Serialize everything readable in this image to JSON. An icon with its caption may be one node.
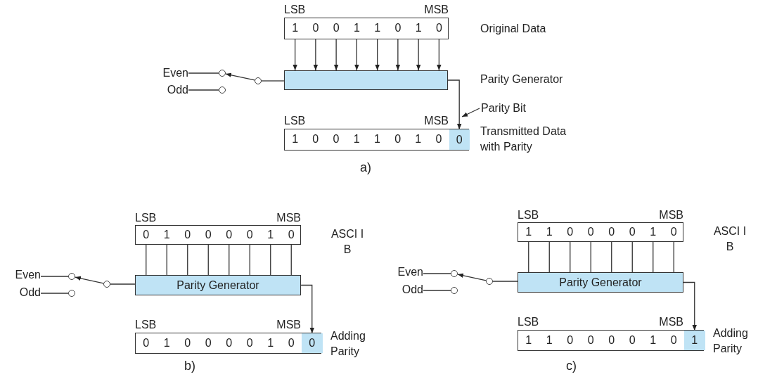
{
  "diagram": {
    "nodes": [
      {
        "text": [],
        "shape": "box",
        "beside": [
          "LSB",
          "MSB",
          "Original Data"
        ]
      },
      {
        "text": [
          "1"
        ],
        "in": 0
      },
      {
        "text": [
          "0"
        ],
        "in": 0
      },
      {
        "text": [
          "0"
        ],
        "in": 0
      },
      {
        "text": [
          "1"
        ],
        "in": 0
      },
      {
        "text": [
          "1"
        ],
        "in": 0
      },
      {
        "text": [
          "0"
        ],
        "in": 0
      },
      {
        "text": [
          "1"
        ],
        "in": 0
      },
      {
        "text": [
          "0"
        ],
        "in": 0
      },
      {
        "text": [
          "Even"
        ]
      },
      {
        "text": [
          "Odd"
        ]
      },
      {
        "text": [],
        "shape": "circle"
      },
      {
        "text": [],
        "shape": "circle"
      },
      {
        "text": [],
        "shape": "circle"
      },
      {
        "text": [],
        "shape": "box"
      },
      {
        "text": [
          "Parity Bit"
        ]
      },
      {
        "text": [],
        "shape": "box",
        "beside": [
          "LSB",
          "MSB",
          "Transmitted Data with Parity"
        ]
      },
      {
        "text": [
          "1"
        ],
        "in": 16
      },
      {
        "text": [
          "0"
        ],
        "in": 16
      },
      {
        "text": [
          "0"
        ],
        "in": 16
      },
      {
        "text": [
          "1"
        ],
        "in": 16
      },
      {
        "text": [
          "1"
        ],
        "in": 16
      },
      {
        "text": [
          "0"
        ],
        "in": 16
      },
      {
        "text": [
          "1"
        ],
        "in": 16
      },
      {
        "text": [
          "0"
        ],
        "in": 16
      },
      {
        "text": [
          "0"
        ],
        "in": 16
      },
      {
        "text": [],
        "shape": "box",
        "beside": [
          "LSB",
          "MSB",
          "ASCI I B"
        ]
      },
      {
        "text": [
          "0"
        ],
        "in": 26
      },
      {
        "text": [
          "1"
        ],
        "in": 26
      },
      {
        "text": [
          "0"
        ],
        "in": 26
      },
      {
        "text": [
          "0"
        ],
        "in": 26
      },
      {
        "text": [
          "0"
        ],
        "in": 26
      },
      {
        "text": [
          "0"
        ],
        "in": 26
      },
      {
        "text": [
          "1"
        ],
        "in": 26
      },
      {
        "text": [
          "0"
        ],
        "in": 26
      },
      {
        "text": [
          "Even"
        ]
      },
      {
        "text": [
          "Odd"
        ]
      },
      {
        "text": [],
        "shape": "circle"
      },
      {
        "text": [],
        "shape": "circle"
      },
      {
        "text": [],
        "shape": "circle"
      },
      {
        "text": [
          "Parity Generator"
        ]
      },
      {
        "text": [],
        "shape": "box",
        "beside": [
          "LSB",
          "MSB",
          "Adding Parity"
        ]
      },
      {
        "text": [
          "0"
        ],
        "in": 41
      },
      {
        "text": [
          "1"
        ],
        "in": 41
      },
      {
        "text": [
          "0"
        ],
        "in": 41
      },
      {
        "text": [
          "0"
        ],
        "in": 41
      },
      {
        "text": [
          "0"
        ],
        "in": 41
      },
      {
        "text": [
          "0"
        ],
        "in": 41
      },
      {
        "text": [
          "1"
        ],
        "in": 41
      },
      {
        "text": [
          "0"
        ],
        "in": 41
      },
      {
        "text": [
          "0"
        ],
        "in": 41
      },
      {
        "text": [],
        "shape": "box",
        "beside": [
          "LSB",
          "MSB",
          "ASCI I B"
        ]
      },
      {
        "text": [
          "1"
        ],
        "in": 51
      },
      {
        "text": [
          "1"
        ],
        "in": 51
      },
      {
        "text": [
          "0"
        ],
        "in": 51
      },
      {
        "text": [
          "0"
        ],
        "in": 51
      },
      {
        "text": [
          "0"
        ],
        "in": 51
      },
      {
        "text": [
          "0"
        ],
        "in": 51
      },
      {
        "text": [
          "1"
        ],
        "in": 51
      },
      {
        "text": [
          "0"
        ],
        "in": 51
      },
      {
        "text": [
          "Even"
        ]
      },
      {
        "text": [
          "Odd"
        ]
      },
      {
        "text": [],
        "shape": "circle"
      },
      {
        "text": [],
        "shape": "circle"
      },
      {
        "text": [],
        "shape": "circle"
      },
      {
        "text": [
          "Parity Generator"
        ]
      },
      {
        "text": [],
        "shape": "box",
        "beside": [
          "LSB",
          "MSB",
          "Adding Parity"
        ]
      },
      {
        "text": [
          "1"
        ],
        "in": 66
      },
      {
        "text": [
          "1"
        ],
        "in": 66
      },
      {
        "text": [
          "0"
        ],
        "in": 66
      },
      {
        "text": [
          "0"
        ],
        "in": 66
      },
      {
        "text": [
          "0"
        ],
        "in": 66
      },
      {
        "text": [
          "0"
        ],
        "in": 66
      },
      {
        "text": [
          "1"
        ],
        "in": 66
      },
      {
        "text": [
          "0"
        ],
        "in": 66
      },
      {
        "text": [
          "1"
        ],
        "in": 66
      }
    ],
    "edges": [
      {
        "from": 1,
        "to": 14,
        "arrow": "to"
      },
      {
        "from": 2,
        "to": 14,
        "arrow": "to"
      },
      {
        "from": 3,
        "to": 14,
        "arrow": "to"
      },
      {
        "from": 4,
        "to": 14,
        "arrow": "to"
      },
      {
        "from": 5,
        "to": 14,
        "arrow": "to"
      },
      {
        "from": 6,
        "to": 14,
        "arrow": "to"
      },
      {
        "from": 7,
        "to": 14,
        "arrow": "to"
      },
      {
        "from": 8,
        "to": 14,
        "arrow": "to"
      },
      {
        "from": 9,
        "to": 11,
        "arrow": "none"
      },
      {
        "from": 10,
        "to": 12,
        "arrow": "none"
      },
      {
        "from": 13,
        "to": 11,
        "arrow": "to"
      },
      {
        "from": 13,
        "to": 14,
        "arrow": "none"
      },
      {
        "from": 14,
        "to": 25,
        "arrow": "to"
      },
      {
        "from": 15,
        "to": 16,
        "arrow": "to"
      },
      {
        "from": 27,
        "to": 40,
        "arrow": "none"
      },
      {
        "from": 28,
        "to": 40,
        "arrow": "none"
      },
      {
        "from": 29,
        "to": 40,
        "arrow": "none"
      },
      {
        "from": 30,
        "to": 40,
        "arrow": "none"
      },
      {
        "from": 31,
        "to": 40,
        "arrow": "none"
      },
      {
        "from": 32,
        "to": 40,
        "arrow": "none"
      },
      {
        "from": 33,
        "to": 40,
        "arrow": "none"
      },
      {
        "from": 34,
        "to": 40,
        "arrow": "none"
      },
      {
        "from": 35,
        "to": 37,
        "arrow": "none"
      },
      {
        "from": 36,
        "to": 38,
        "arrow": "none"
      },
      {
        "from": 39,
        "to": 37,
        "arrow": "to"
      },
      {
        "from": 39,
        "to": 40,
        "arrow": "none"
      },
      {
        "from": 40,
        "to": 50,
        "arrow": "to"
      },
      {
        "from": 52,
        "to": 65,
        "arrow": "none"
      },
      {
        "from": 53,
        "to": 65,
        "arrow": "none"
      },
      {
        "from": 54,
        "to": 65,
        "arrow": "none"
      },
      {
        "from": 55,
        "to": 65,
        "arrow": "none"
      },
      {
        "from": 56,
        "to": 65,
        "arrow": "none"
      },
      {
        "from": 57,
        "to": 65,
        "arrow": "none"
      },
      {
        "from": 58,
        "to": 65,
        "arrow": "none"
      },
      {
        "from": 59,
        "to": 65,
        "arrow": "none"
      },
      {
        "from": 60,
        "to": 62,
        "arrow": "none"
      },
      {
        "from": 61,
        "to": 63,
        "arrow": "none"
      },
      {
        "from": 64,
        "to": 62,
        "arrow": "to"
      },
      {
        "from": 64,
        "to": 65,
        "arrow": "none"
      },
      {
        "from": 65,
        "to": 75,
        "arrow": "to"
      }
    ],
    "labels": [
      "Parity Generator",
      "a)",
      "b)",
      "c)"
    ]
  }
}
